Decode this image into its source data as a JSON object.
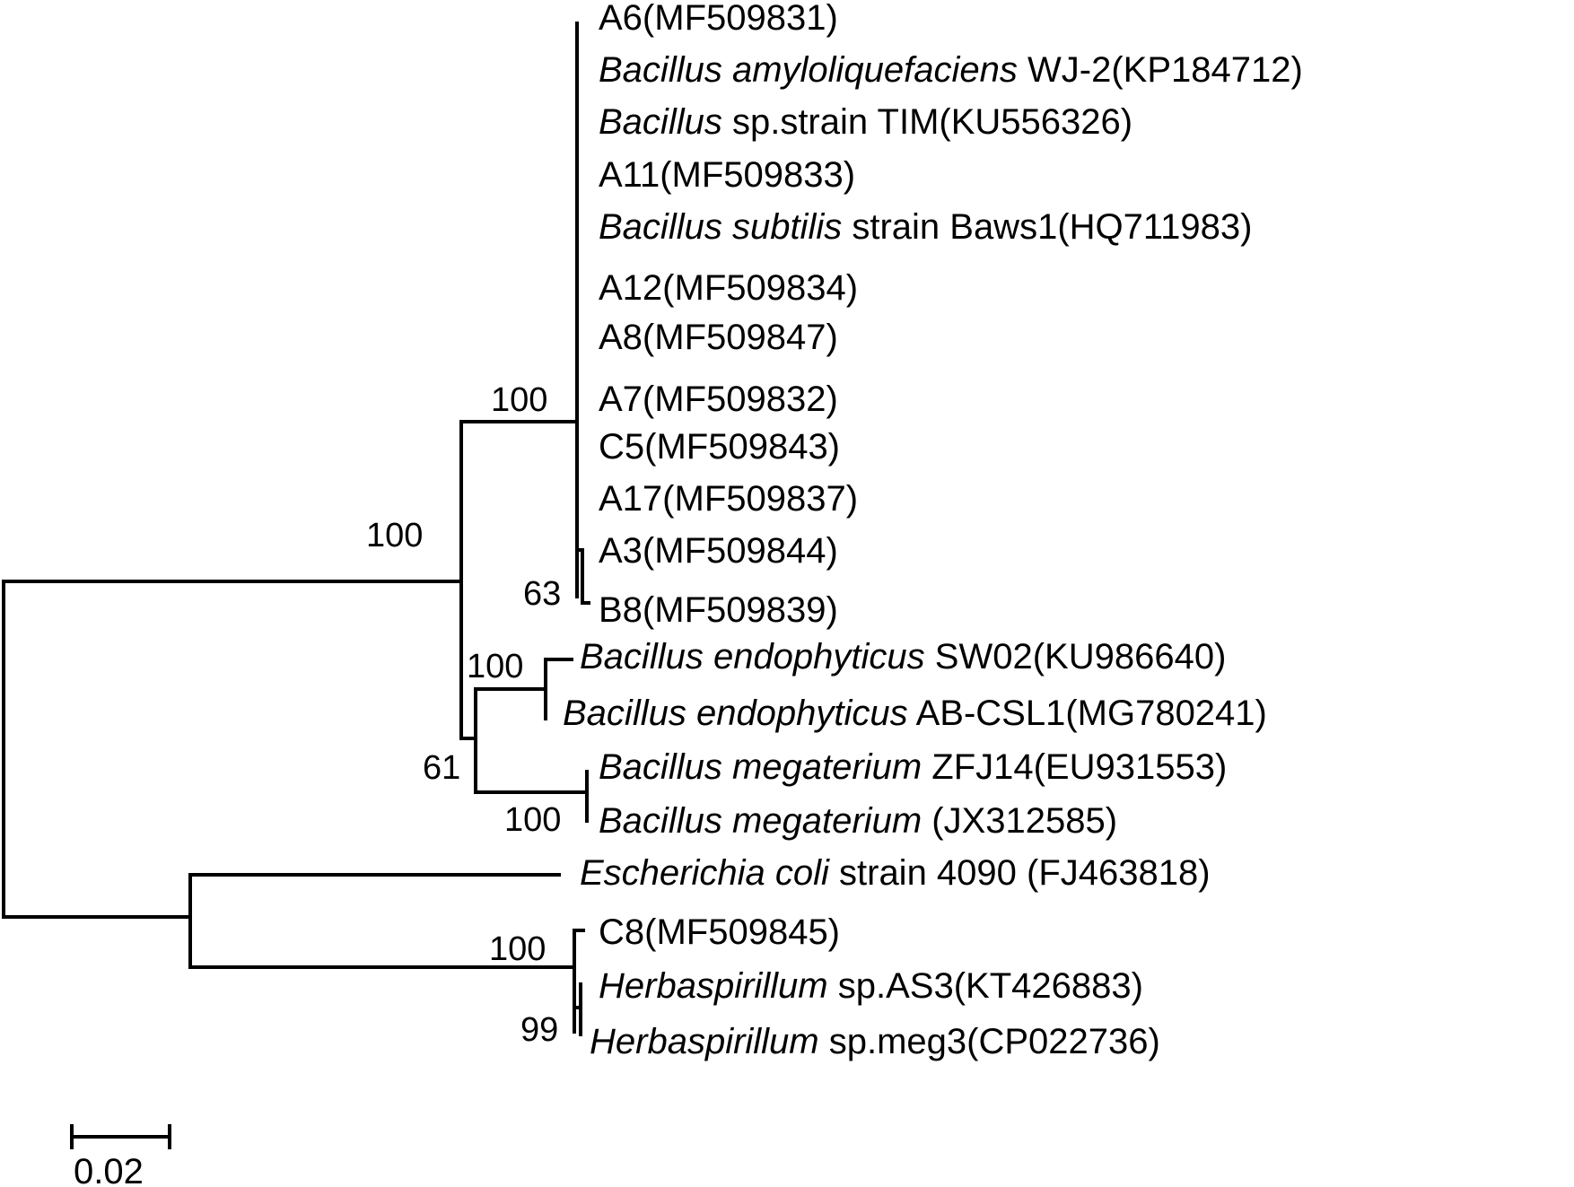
{
  "tree": {
    "leaves": [
      {
        "id": "A6",
        "parts": [
          {
            "text": "A6(MF509831)",
            "italic": false
          }
        ]
      },
      {
        "id": "WJ2",
        "parts": [
          {
            "text": "Bacillus amyloliquefaciens",
            "italic": true
          },
          {
            "text": " WJ-2(KP184712)",
            "italic": false
          }
        ]
      },
      {
        "id": "TIM",
        "parts": [
          {
            "text": "Bacillus",
            "italic": true
          },
          {
            "text": " sp.strain TIM(KU556326)",
            "italic": false
          }
        ]
      },
      {
        "id": "A11",
        "parts": [
          {
            "text": "A11(MF509833)",
            "italic": false
          }
        ]
      },
      {
        "id": "Baws1",
        "parts": [
          {
            "text": "Bacillus subtilis",
            "italic": true
          },
          {
            "text": " strain Baws1(HQ711983)",
            "italic": false
          }
        ]
      },
      {
        "id": "A12",
        "parts": [
          {
            "text": "A12(MF509834)",
            "italic": false
          }
        ]
      },
      {
        "id": "A8",
        "parts": [
          {
            "text": "A8(MF509847)",
            "italic": false
          }
        ]
      },
      {
        "id": "A7",
        "parts": [
          {
            "text": "A7(MF509832)",
            "italic": false
          }
        ]
      },
      {
        "id": "C5",
        "parts": [
          {
            "text": "C5(MF509843)",
            "italic": false
          }
        ]
      },
      {
        "id": "A17",
        "parts": [
          {
            "text": "A17(MF509837)",
            "italic": false
          }
        ]
      },
      {
        "id": "A3",
        "parts": [
          {
            "text": "A3(MF509844)",
            "italic": false
          }
        ]
      },
      {
        "id": "B8",
        "parts": [
          {
            "text": "B8(MF509839)",
            "italic": false
          }
        ]
      },
      {
        "id": "SW02",
        "parts": [
          {
            "text": "Bacillus endophyticus",
            "italic": true
          },
          {
            "text": " SW02(KU986640)",
            "italic": false
          }
        ]
      },
      {
        "id": "ABCSL1",
        "parts": [
          {
            "text": "Bacillus endophyticus",
            "italic": true
          },
          {
            "text": " AB-CSL1(MG780241)",
            "italic": false
          }
        ]
      },
      {
        "id": "ZFJ14",
        "parts": [
          {
            "text": "Bacillus megaterium",
            "italic": true
          },
          {
            "text": " ZFJ14(EU931553)",
            "italic": false
          }
        ]
      },
      {
        "id": "JX312585",
        "parts": [
          {
            "text": "Bacillus megaterium",
            "italic": true
          },
          {
            "text": " (JX312585)",
            "italic": false
          }
        ]
      },
      {
        "id": "Ecoli",
        "parts": [
          {
            "text": "Escherichia coli",
            "italic": true
          },
          {
            "text": " strain 4090 (FJ463818)",
            "italic": false
          }
        ]
      },
      {
        "id": "C8",
        "parts": [
          {
            "text": "C8(MF509845)",
            "italic": false
          }
        ]
      },
      {
        "id": "AS3",
        "parts": [
          {
            "text": "Herbaspirillum",
            "italic": true
          },
          {
            "text": " sp.AS3(KT426883)",
            "italic": false
          }
        ]
      },
      {
        "id": "meg3",
        "parts": [
          {
            "text": "Herbaspirillum",
            "italic": true
          },
          {
            "text": " sp.meg3(CP022736)",
            "italic": false
          }
        ]
      }
    ],
    "bootstrap": [
      {
        "id": "bacillus-subtilis-clade",
        "value": "100"
      },
      {
        "id": "bacillus-clade",
        "value": "100"
      },
      {
        "id": "a3-b8",
        "value": "63"
      },
      {
        "id": "endophyticus",
        "value": "100"
      },
      {
        "id": "endo-megaterium",
        "value": "61"
      },
      {
        "id": "megaterium",
        "value": "100"
      },
      {
        "id": "herbaspirillum-clade",
        "value": "100"
      },
      {
        "id": "herbaspirillum-pair",
        "value": "99"
      }
    ],
    "scale_bar": {
      "label": "0.02",
      "value": 0.02
    }
  }
}
